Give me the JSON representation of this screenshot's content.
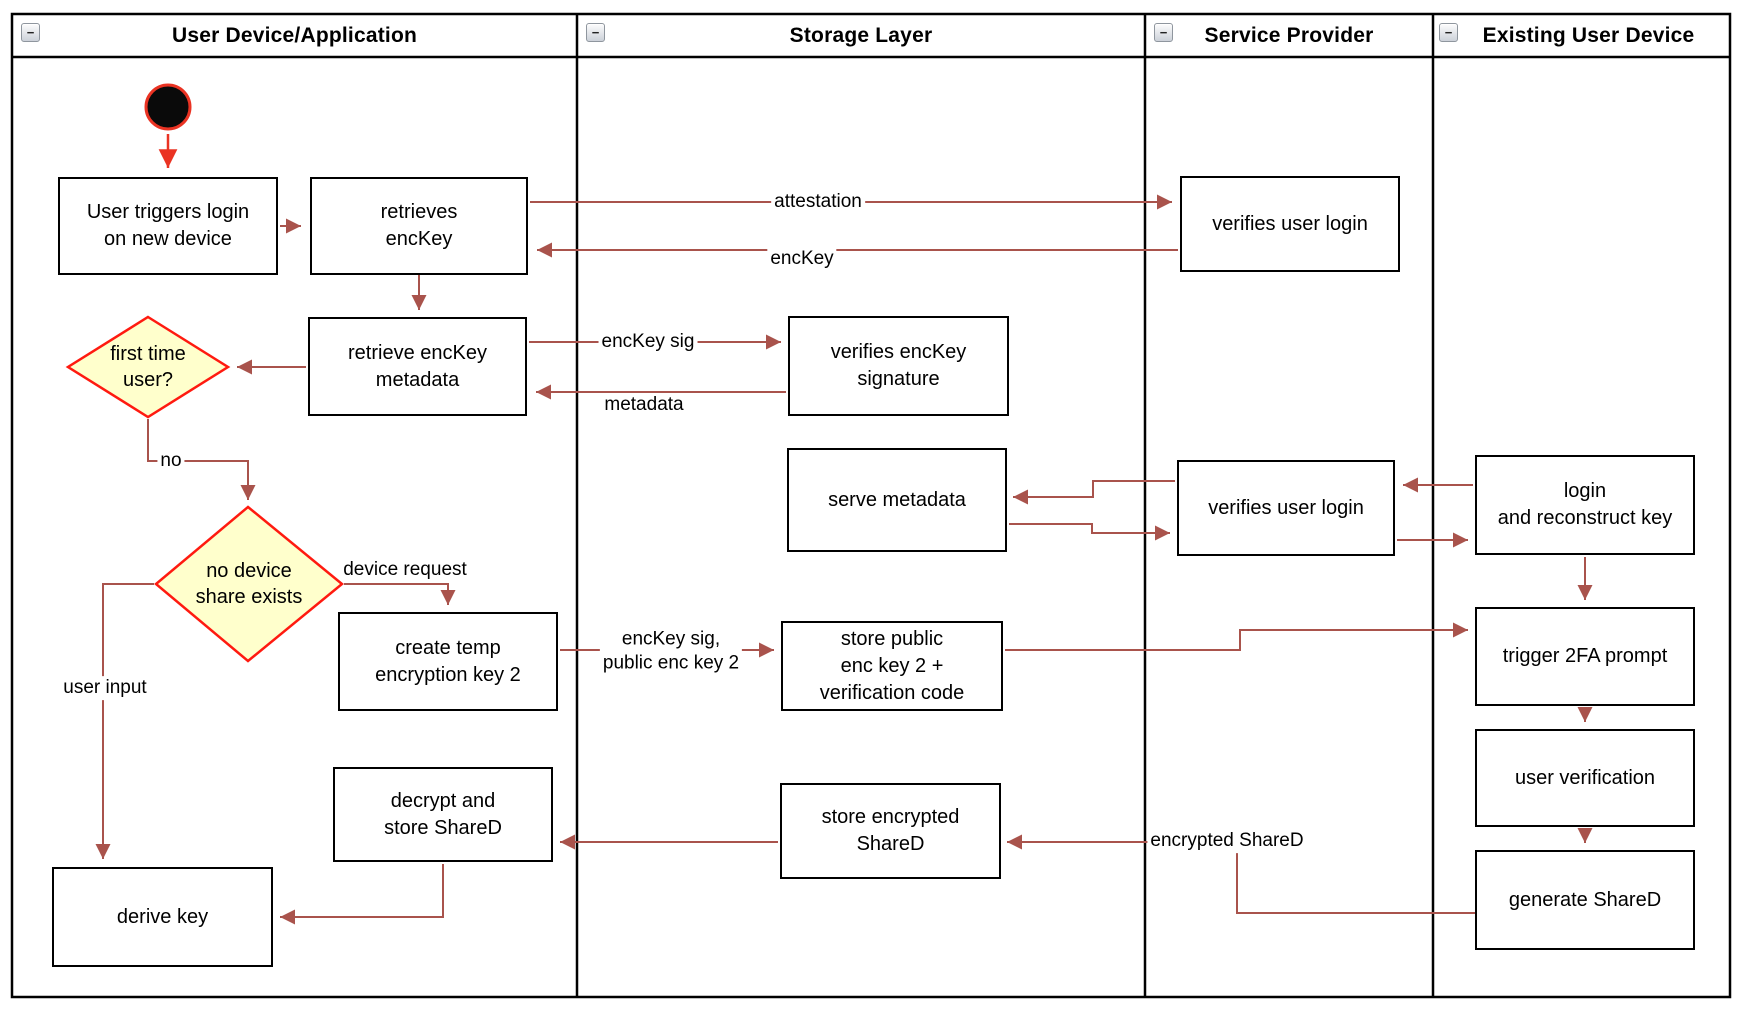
{
  "lanes": [
    {
      "id": "user-device",
      "label": "User Device/Application"
    },
    {
      "id": "storage-layer",
      "label": "Storage Layer"
    },
    {
      "id": "service-provider",
      "label": "Service Provider"
    },
    {
      "id": "existing-user-device",
      "label": "Existing User Device"
    }
  ],
  "icons": {
    "collapse": "−"
  },
  "nodes": {
    "user_triggers": {
      "label": "User triggers login\non new device"
    },
    "retrieves_enckey": {
      "label": "retrieves\nencKey"
    },
    "retrieve_metadata": {
      "label": "retrieve encKey\nmetadata"
    },
    "create_temp_key": {
      "label": "create temp\nencryption key 2"
    },
    "decrypt_store": {
      "label": "decrypt and\nstore ShareD"
    },
    "derive_key": {
      "label": "derive key"
    },
    "verifies_sig": {
      "label": "verifies encKey\nsignature"
    },
    "serve_metadata": {
      "label": "serve metadata"
    },
    "store_public": {
      "label": "store public\nenc key 2 +\nverification code"
    },
    "store_encrypted": {
      "label": "store encrypted\nShareD"
    },
    "verifies_login_top": {
      "label": "verifies user login"
    },
    "verifies_login_mid": {
      "label": "verifies user login"
    },
    "login_reconstruct": {
      "label": "login\nand reconstruct key"
    },
    "trigger_2fa": {
      "label": "trigger 2FA prompt"
    },
    "user_verification": {
      "label": "user verification"
    },
    "generate_shared": {
      "label": "generate ShareD"
    }
  },
  "decisions": {
    "first_time": {
      "label": "first time\nuser?"
    },
    "no_share": {
      "label": "no device\nshare exists"
    }
  },
  "edge_labels": {
    "attestation": "attestation",
    "enckey": "encKey",
    "enckey_sig": "encKey sig",
    "metadata": "metadata",
    "no": "no",
    "device_request": "device request",
    "user_input": "user input",
    "enckey_sig_pub": "encKey sig,\npublic enc key 2",
    "encrypted_shared": "encrypted ShareD"
  },
  "colors": {
    "flow_arrow": "#A9534C",
    "accent_red": "#EA3323",
    "decision_fill": "#FFFFCC",
    "decision_border": "#FF1A10",
    "node_border": "#000000",
    "node_fill": "#FFFFFF"
  }
}
